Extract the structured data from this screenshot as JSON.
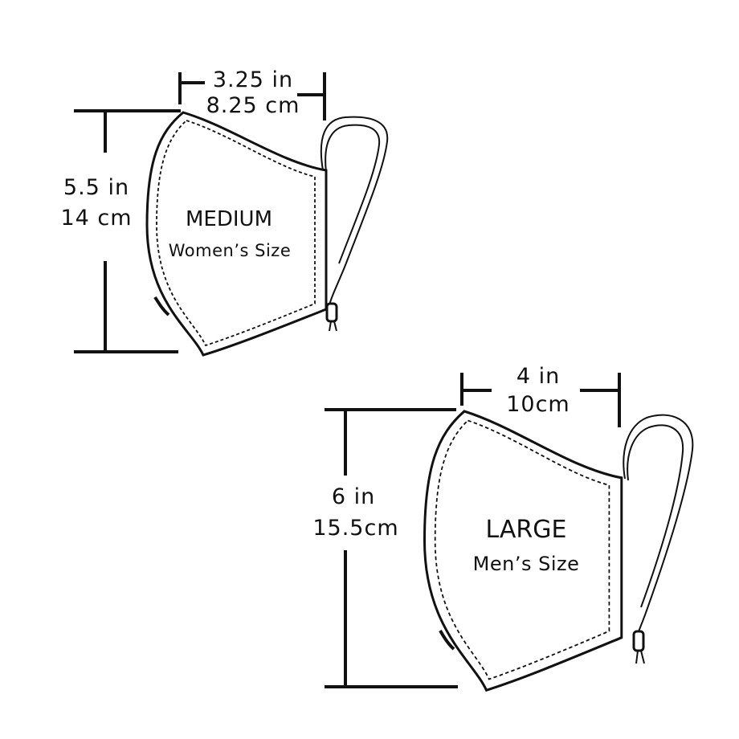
{
  "medium": {
    "width_in": "3.25 in",
    "width_cm": "8.25 cm",
    "height_in": "5.5 in",
    "height_cm": "14 cm",
    "size_name": "MEDIUM",
    "size_desc": "Women’s Size"
  },
  "large": {
    "width_in": "4 in",
    "width_cm": "10cm",
    "height_in": "6 in",
    "height_cm": "15.5cm",
    "size_name": "LARGE",
    "size_desc": "Men’s Size"
  },
  "colors": {
    "line": "#111111",
    "background": "#ffffff"
  }
}
